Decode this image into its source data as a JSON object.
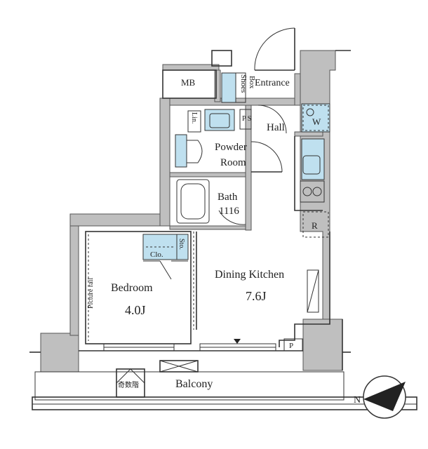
{
  "rooms": {
    "mb": "MB",
    "shoes_line1": "Shoes",
    "shoes_line2": "Box",
    "entrance": "Entrance",
    "ps": "P S",
    "lin": "Lin.",
    "hall": "Hall",
    "w": "W",
    "powder_line1": "Powder",
    "powder_line2": "Room",
    "bath_line1": "Bath",
    "bath_line2": "1116",
    "r": "R",
    "clo": "Clo.",
    "sto": "Sto.",
    "bedroom": "Bedroom",
    "bedroom_size": "4.0J",
    "picture_rail": "Picture rail",
    "dining_kitchen": "Dining Kitchen",
    "dining_size": "7.6J",
    "p": "P",
    "balcony": "Balcony",
    "stairs": "奇数階"
  },
  "compass": {
    "n": "N"
  },
  "colors": {
    "wall": "#bfbfbf",
    "fixture": "#bfe0ef",
    "line": "#333333"
  }
}
